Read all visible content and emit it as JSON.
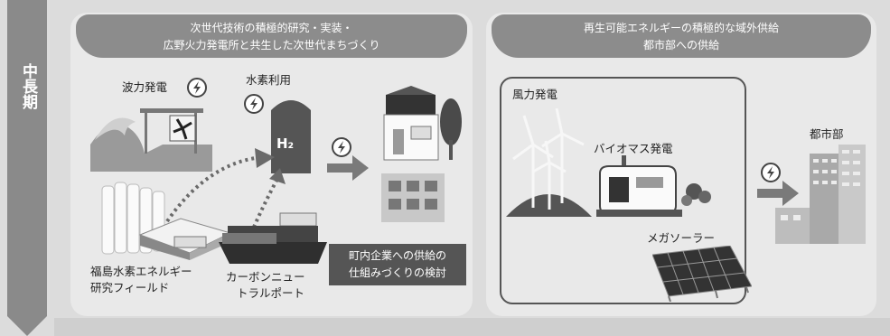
{
  "timeline": {
    "label": "中長期"
  },
  "left_panel": {
    "title_line1": "次世代技術の積極的研究・実装・",
    "title_line2": "広野火力発電所と共生した次世代まちづくり",
    "wave_power": "波力発電",
    "hydrogen_use": "水素利用",
    "h2_label": "H₂",
    "fukushima_line1": "福島水素エネルギー",
    "fukushima_line2": "研究フィールド",
    "carbon_line1": "カーボンニュー",
    "carbon_line2": "トラルポート",
    "supply_line1": "町内企業への供給の",
    "supply_line2": "仕組みづくりの検討"
  },
  "right_panel": {
    "title_line1": "再生可能エネルギーの積極的な域外供給",
    "title_line2": "都市部への供給",
    "wind_power": "風力発電",
    "biomass_power": "バイオマス発電",
    "mega_solar": "メガソーラー",
    "urban_area": "都市部"
  },
  "colors": {
    "panel": "#e9e9e9",
    "header": "#8c8c8c",
    "arrow": "#7a7a7a",
    "dark_box": "#555555"
  }
}
